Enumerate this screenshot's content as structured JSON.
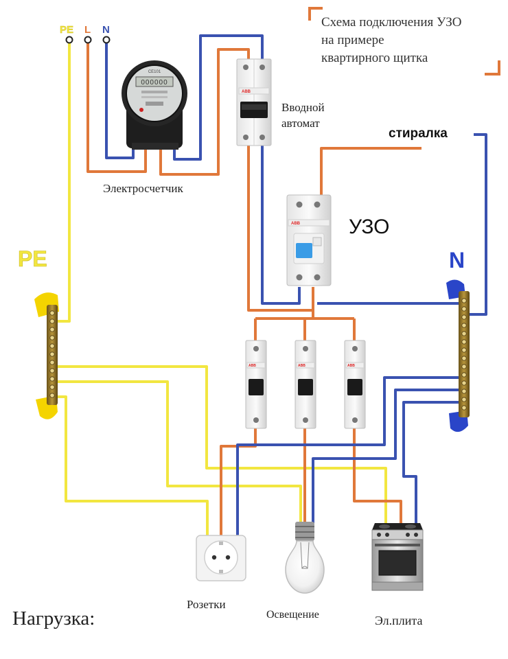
{
  "title": {
    "line1": "Схема подключения УЗО",
    "line2": "на примере",
    "line3": "квартирного щитка"
  },
  "terminals": {
    "pe": "PE",
    "l": "L",
    "n": "N"
  },
  "labels": {
    "meter": "Электросчетчик",
    "main_breaker_line1": "Вводной",
    "main_breaker_line2": "автомат",
    "washer": "стиралка",
    "rcd": "УЗО",
    "pe_bus": "PE",
    "n_bus": "N",
    "load": "Нагрузка:",
    "sockets": "Розетки",
    "lighting": "Освещение",
    "stove": "Эл.плита"
  },
  "meter": {
    "display": "000000",
    "model": "CE101"
  },
  "breaker_brand": "ABB",
  "colors": {
    "phase": "#e0783a",
    "neutral": "#3a52b0",
    "earth": "#f2e640",
    "bus_insulator": "#f4d400",
    "n_insulator": "#2a45c8",
    "title_bracket": "#e0783a"
  }
}
